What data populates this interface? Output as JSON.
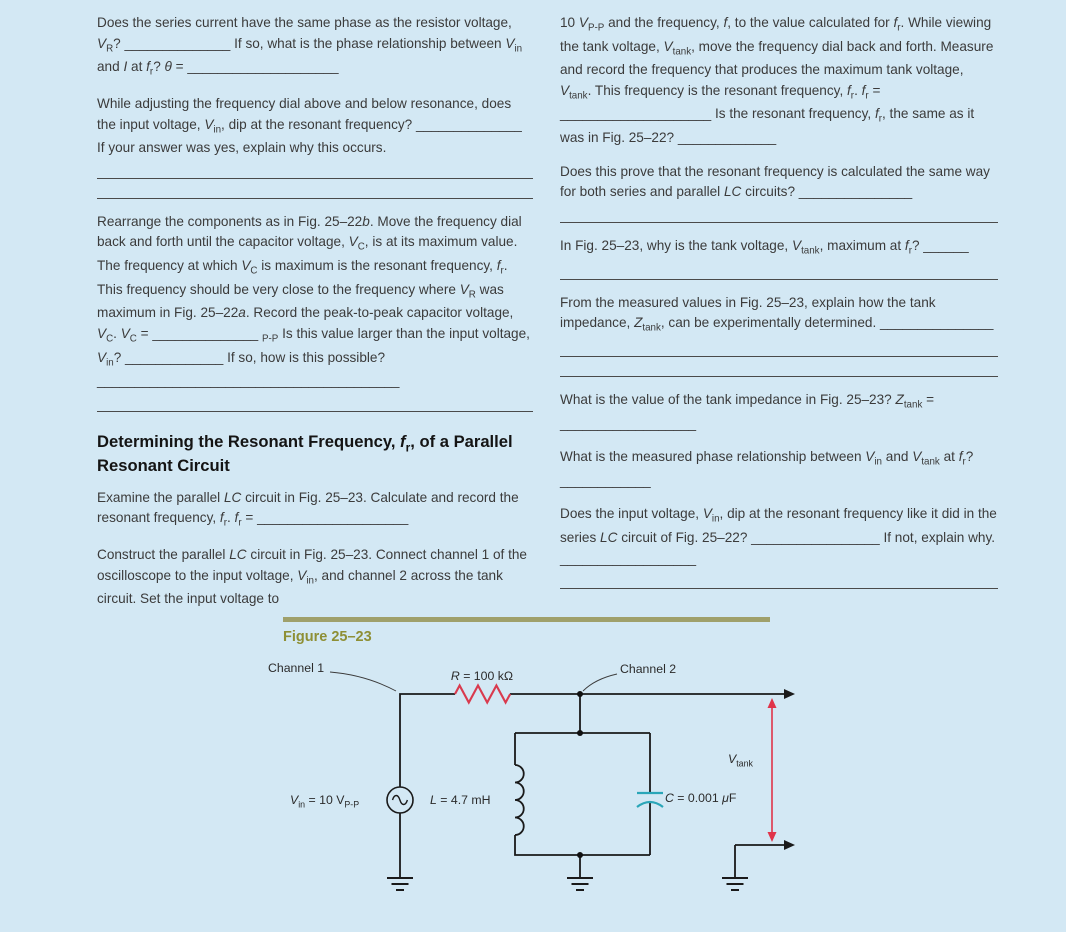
{
  "page": {
    "left_column": {
      "p1": "Does the series current have the same phase as the resistor voltage, <i>V</i><sub>R</sub>? ______________ If so, what is the phase relationship between <i>V</i><sub>in</sub> and <i>I</i> at <i>f</i><sub>r</sub>? <i>θ</i> = ____________________",
      "p2": "While adjusting the frequency dial above and below resonance, does the input voltage, <i>V</i><sub>in</sub>, dip at the resonant frequency? ______________ If your answer was yes, explain why this occurs.",
      "p3": "Rearrange the components as in Fig. 25–22<i>b</i>. Move the frequency dial back and forth until the capacitor voltage, <i>V</i><sub>C</sub>, is at its maximum value. The frequency at which <i>V</i><sub>C</sub> is maximum is the resonant frequency, <i>f</i><sub>r</sub>. This frequency should be very close to the frequency where <i>V</i><sub>R</sub> was maximum in Fig. 25–22<i>a</i>. Record the peak-to-peak capacitor voltage, <i>V</i><sub>C</sub>. <i>V</i><sub>C</sub> = ______________ <sub>P-P</sub> Is this value larger than the input voltage, <i>V</i><sub>in</sub>? _____________ If so, how is this possible? ________________________________________",
      "heading": "Determining the Resonant Frequency, <i>f</i><sub>r</sub>, of a Parallel Resonant Circuit",
      "p4": "Examine the parallel <i>LC</i> circuit in Fig. 25–23. Calculate and record the resonant frequency, <i>f</i><sub>r</sub>. <i>f</i><sub>r</sub> = ____________________",
      "p5": "Construct the parallel <i>LC</i> circuit in Fig. 25–23. Connect channel 1 of the oscilloscope to the input voltage, <i>V</i><sub>in</sub>, and channel 2 across the tank circuit. Set the input voltage to"
    },
    "right_column": {
      "p1": "10 <i>V</i><sub>P-P</sub> and the frequency, <i>f</i>, to the value calculated for <i>f</i><sub>r</sub>. While viewing the tank voltage, <i>V</i><sub>tank</sub>, move the frequency dial back and forth. Measure and record the frequency that produces the maximum tank voltage, <i>V</i><sub>tank</sub>. This frequency is the resonant frequency, <i>f</i><sub>r</sub>. <i>f</i><sub>r</sub> = ____________________ Is the resonant frequency, <i>f</i><sub>r</sub>, the same as it was in Fig. 25–22? _____________",
      "p2": "Does this prove that the resonant frequency is calculated the same way for both series and parallel <i>LC</i> circuits? _______________",
      "p3": "In Fig. 25–23, why is the tank voltage, <i>V</i><sub>tank</sub>, maximum at <i>f</i><sub>r</sub>? ______",
      "p4": "From the measured values in Fig. 25–23, explain how the tank impedance, <i>Z</i><sub>tank</sub>, can be experimentally determined. _______________",
      "p5": "What is the value of the tank impedance in Fig. 25–23? <i>Z</i><sub>tank</sub> = __________________",
      "p6": "What is the measured phase relationship between <i>V</i><sub>in</sub> and <i>V</i><sub>tank</sub> at <i>f</i><sub>r</sub>? ____________",
      "p7": "Does the input voltage, <i>V</i><sub>in</sub>, dip at the resonant frequency like it did in the series <i>LC</i> circuit of Fig. 25–22? _________________ If not, explain why. __________________"
    },
    "figure": {
      "title": "Figure 25–23",
      "channel1_label": "Channel 1",
      "channel2_label": "Channel 2",
      "resistor_label": "<i>R</i> = 100 kΩ",
      "source_label": "<i>V</i><sub>in</sub> = 10 V<sub>P-P</sub>",
      "inductor_label": "<i>L</i> = 4.7 mH",
      "capacitor_label": "<i>C</i> = 0.001 <i>μ</i>F",
      "vtank_label": "<i>V</i><sub>tank</sub>"
    },
    "colors": {
      "background": "#d3e8f4",
      "figure_bar": "#9fa06b",
      "figure_title": "#8e8f35",
      "resistor_symbol": "#d93a4e",
      "capacitor_symbol": "#2aa6b8",
      "vtank_arrow": "#e0344a"
    }
  }
}
